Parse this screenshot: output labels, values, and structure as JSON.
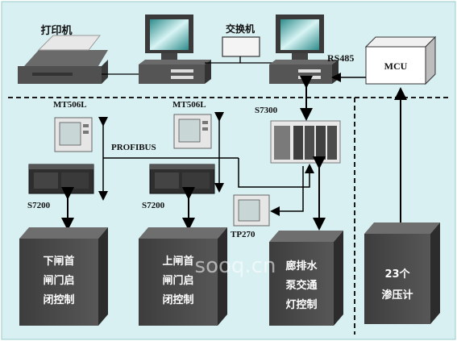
{
  "labels": {
    "printer": "打印机",
    "switch": "交换机",
    "rs485": "RS485",
    "mcu": "MCU",
    "mt506l_left": "MT506L",
    "mt506l_right": "MT506L",
    "s7300": "S7300",
    "profibus": "PROFIBUS",
    "s7200_left": "S7200",
    "s7200_right": "S7200",
    "tp270": "TP270",
    "watermark": "sooq.cn"
  },
  "boxes": {
    "lower_gate": [
      "下闸首",
      "闸门启",
      "闭控制"
    ],
    "upper_gate": [
      "上闸首",
      "闸门启",
      "闭控制"
    ],
    "pump": [
      "廊排水",
      "泵交通",
      "灯控制"
    ],
    "piezometer": [
      "23个",
      "渗压计"
    ]
  },
  "colors": {
    "background": "#d9f0f3",
    "dark_box": "#4a4a4a",
    "line": "#000000",
    "dashed": "#1a1a1a"
  }
}
